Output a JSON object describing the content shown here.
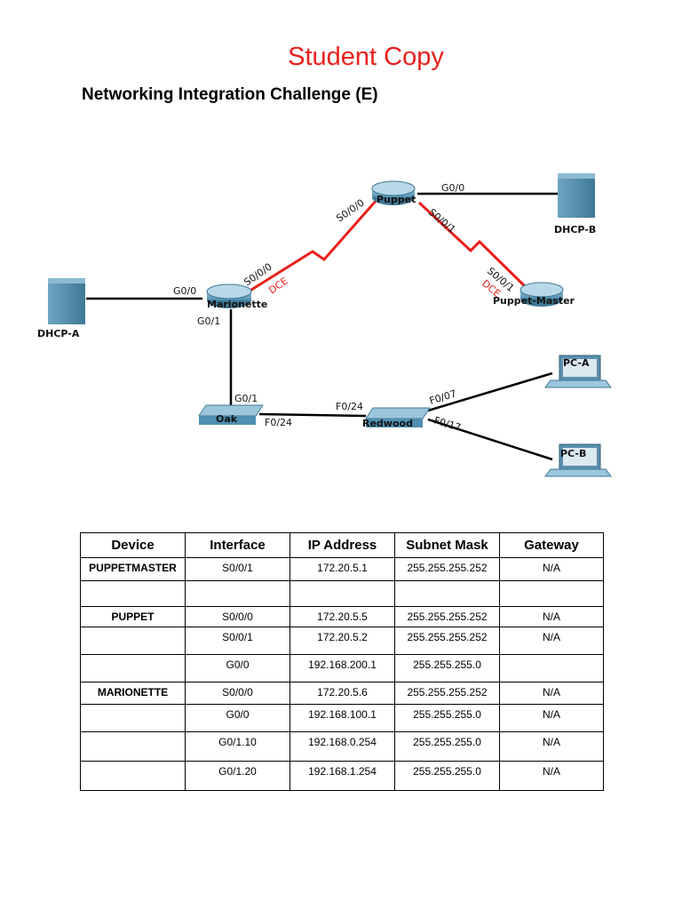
{
  "header": {
    "title": "Student Copy",
    "subtitle": "Networking Integration Challenge (E)"
  },
  "topology": {
    "devices": {
      "puppet": "Puppet",
      "marionette": "Marionette",
      "puppet_master": "Puppet-Master",
      "oak": "Oak",
      "redwood": "Redwood",
      "dhcp_a": "DHCP-A",
      "dhcp_b": "DHCP-B",
      "pc_a": "PC-A",
      "pc_b": "PC-B"
    },
    "ports": {
      "puppet_g00": "G0/0",
      "puppet_s000": "S0/0/0",
      "puppet_s001": "S0/0/1",
      "marionette_s000": "S0/0/0",
      "marionette_g00": "G0/0",
      "marionette_g01": "G0/1",
      "pm_s001": "S0/0/1",
      "oak_g01": "G0/1",
      "oak_f024": "F0/24",
      "redwood_f024": "F0/24",
      "redwood_f007": "F0/07",
      "redwood_f017": "F0/17"
    },
    "dce_label": "DCE",
    "colors": {
      "serial_link": "#e8201c",
      "ethernet_link": "#000000",
      "device": "#4f8fb0"
    }
  },
  "table": {
    "headers": [
      "Device",
      "Interface",
      "IP Address",
      "Subnet Mask",
      "Gateway"
    ],
    "rows": [
      [
        "PUPPETMASTER",
        "S0/0/1",
        "172.20.5.1",
        "255.255.255.252",
        "N/A"
      ],
      [
        "",
        "",
        "",
        "",
        ""
      ],
      [
        "PUPPET",
        "S0/0/0",
        "172.20.5.5",
        "255.255.255.252",
        "N/A"
      ],
      [
        "",
        "S0/0/1",
        "172.20.5.2",
        "255.255.255.252",
        "N/A"
      ],
      [
        "",
        "G0/0",
        "192.168.200.1",
        "255.255.255.0",
        ""
      ],
      [
        "MARIONETTE",
        "S0/0/0",
        "172.20.5.6",
        "255.255.255.252",
        "N/A"
      ],
      [
        "",
        "G0/0",
        "192.168.100.1",
        "255.255.255.0",
        "N/A"
      ],
      [
        "",
        "G0/1.10",
        "192.168.0.254",
        "255.255.255.0",
        "N/A"
      ],
      [
        "",
        "G0/1.20",
        "192.168.1.254",
        "255.255.255.0",
        "N/A"
      ]
    ]
  }
}
